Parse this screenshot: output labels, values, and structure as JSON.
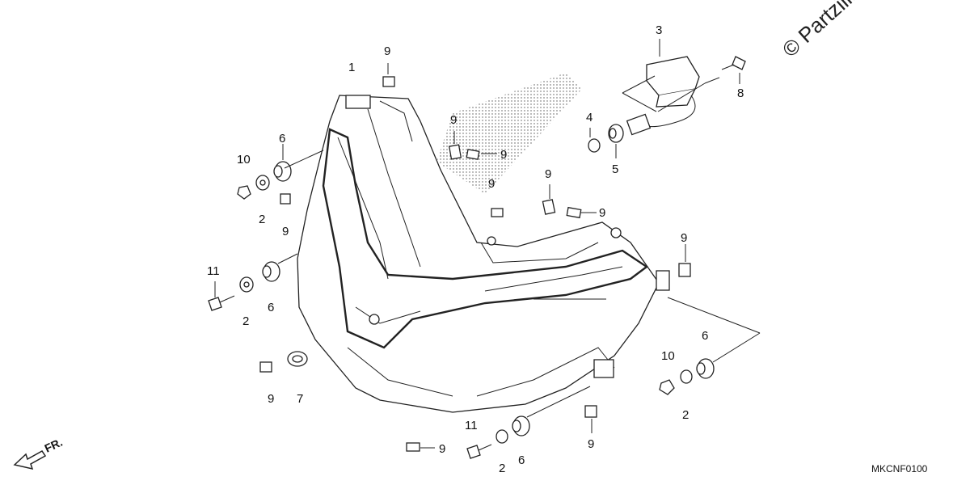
{
  "watermark": "© Partzilla",
  "diagram_code": "MKCNF0100",
  "direction_label": "FR.",
  "callouts": {
    "headlight_unit": "1",
    "collar": "2",
    "relay": "3",
    "collar_small": "4",
    "grommet_small": "5",
    "grommet": "6",
    "grommet_round": "7",
    "bolt_flange": "8",
    "nut_clip": "9",
    "nut_flange": "10",
    "bolt": "11"
  }
}
